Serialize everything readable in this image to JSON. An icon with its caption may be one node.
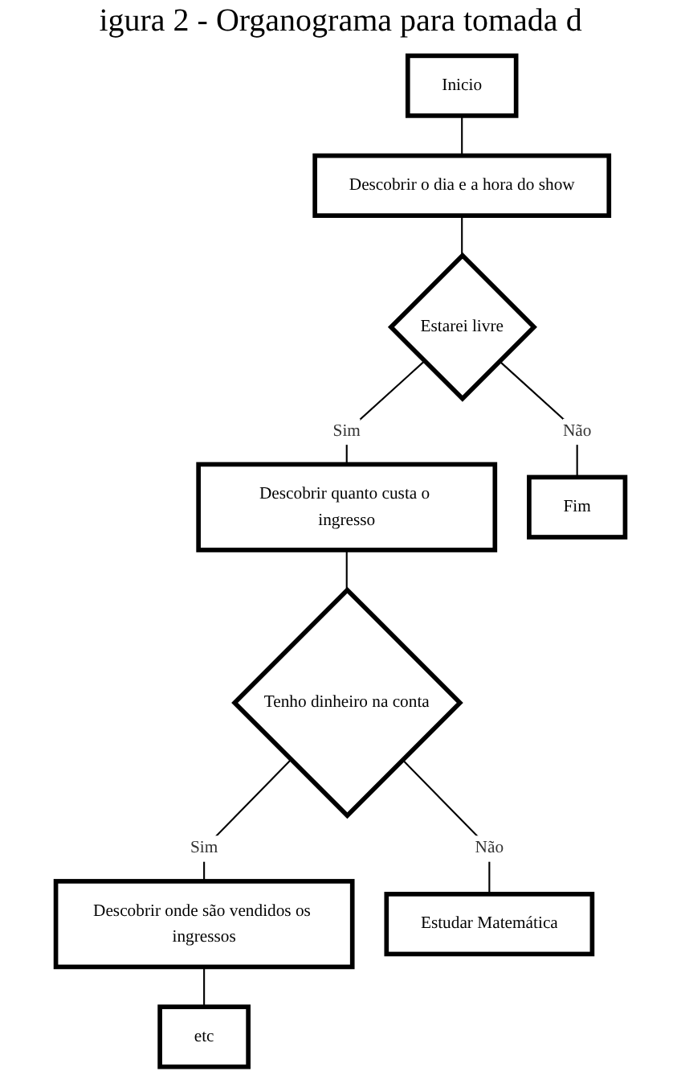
{
  "diagram": {
    "title": "igura 2 - Organograma para tomada d",
    "nodes": [
      {
        "text": [
          "Inicio"
        ]
      },
      {
        "text": [
          "Descobrir o dia e a hora do show"
        ]
      },
      {
        "text": [
          "Estarei livre"
        ]
      },
      {
        "text": [
          "Descobrir quanto custa o ingresso"
        ]
      },
      {
        "text": [
          "Fim"
        ]
      },
      {
        "text": [
          "Tenho dinheiro na conta"
        ]
      },
      {
        "text": [
          "Descobrir onde são vendidos os ingressos"
        ]
      },
      {
        "text": [
          "Estudar Matemática"
        ]
      },
      {
        "text": [
          "etc"
        ]
      }
    ],
    "edges": [
      {
        "from": 0,
        "to": 1,
        "arrow": "none"
      },
      {
        "from": 1,
        "to": 2,
        "arrow": "none"
      },
      {
        "from": 2,
        "to": 3,
        "arrow": "none",
        "label": "Sim"
      },
      {
        "from": 2,
        "to": 4,
        "arrow": "none",
        "label": "Não"
      },
      {
        "from": 3,
        "to": 5,
        "arrow": "none"
      },
      {
        "from": 5,
        "to": 6,
        "arrow": "none",
        "label": "Sim"
      },
      {
        "from": 5,
        "to": 7,
        "arrow": "none",
        "label": "Não"
      },
      {
        "from": 6,
        "to": 8,
        "arrow": "none"
      }
    ]
  }
}
